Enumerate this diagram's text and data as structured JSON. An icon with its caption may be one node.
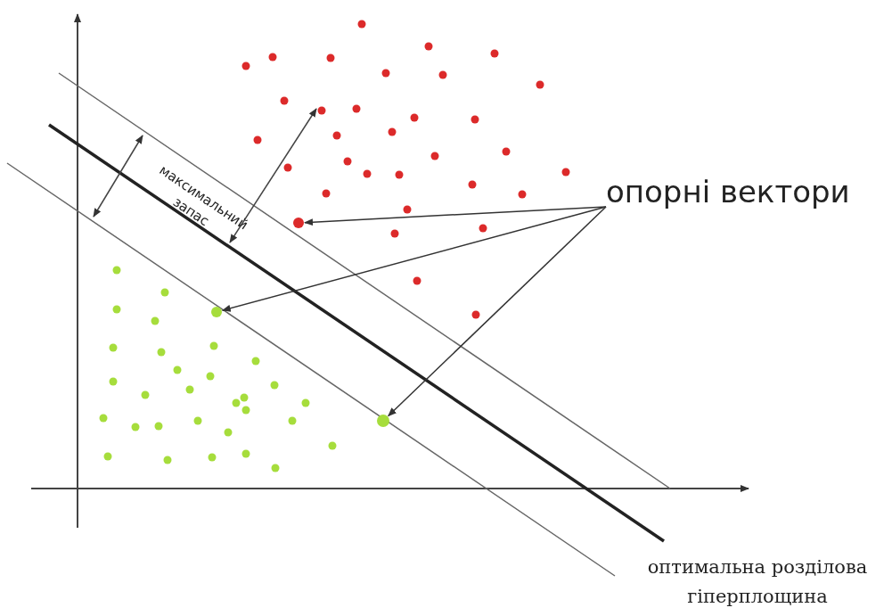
{
  "diagram": {
    "nodes": [
      {
        "text": [
          "опорні вектори"
        ]
      },
      {
        "text": [],
        "shape": "circle"
      },
      {
        "text": [],
        "shape": "circle"
      },
      {
        "text": [],
        "shape": "circle"
      }
    ],
    "edges": [
      {
        "from": 0,
        "to": 1,
        "arrow": "to"
      },
      {
        "from": 0,
        "to": 2,
        "arrow": "to"
      },
      {
        "from": 0,
        "to": 3,
        "arrow": "to"
      }
    ],
    "labels": [
      "максимальний запас",
      "оптимальна розділова гіперплощина"
    ]
  }
}
